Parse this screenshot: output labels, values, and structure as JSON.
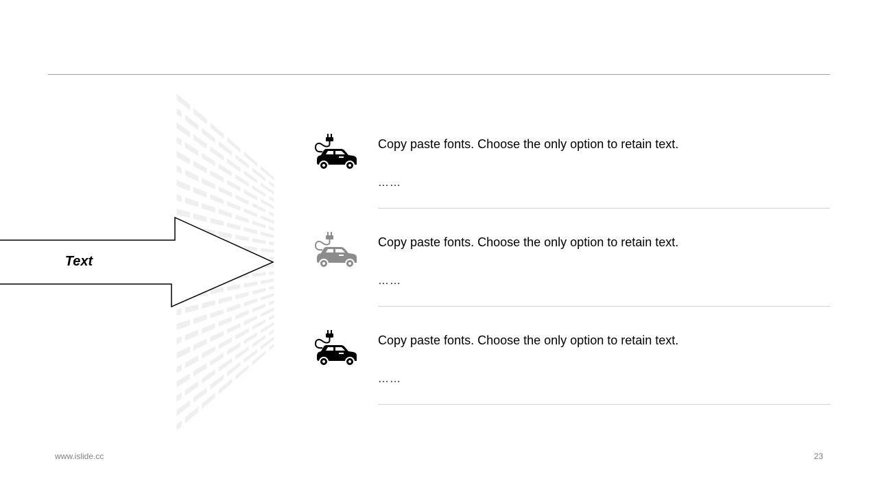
{
  "arrow": {
    "label": "Text"
  },
  "items": [
    {
      "icon": "electric-car-icon",
      "icon_color": "#000000",
      "text": "Copy paste fonts. Choose the only option to retain text.",
      "ellipsis": "……"
    },
    {
      "icon": "electric-car-icon",
      "icon_color": "#8c8c8c",
      "text": "Copy paste fonts. Choose the only option to retain text.",
      "ellipsis": "……"
    },
    {
      "icon": "electric-car-icon",
      "icon_color": "#000000",
      "text": "Copy paste fonts. Choose the only option to retain text.",
      "ellipsis": "……"
    }
  ],
  "footer": {
    "website": "www.islide.cc",
    "page_number": "23"
  },
  "colors": {
    "wall": "#efefef",
    "rule": "#a6a6a6",
    "text": "#000000",
    "footer": "#7f7f7f"
  }
}
